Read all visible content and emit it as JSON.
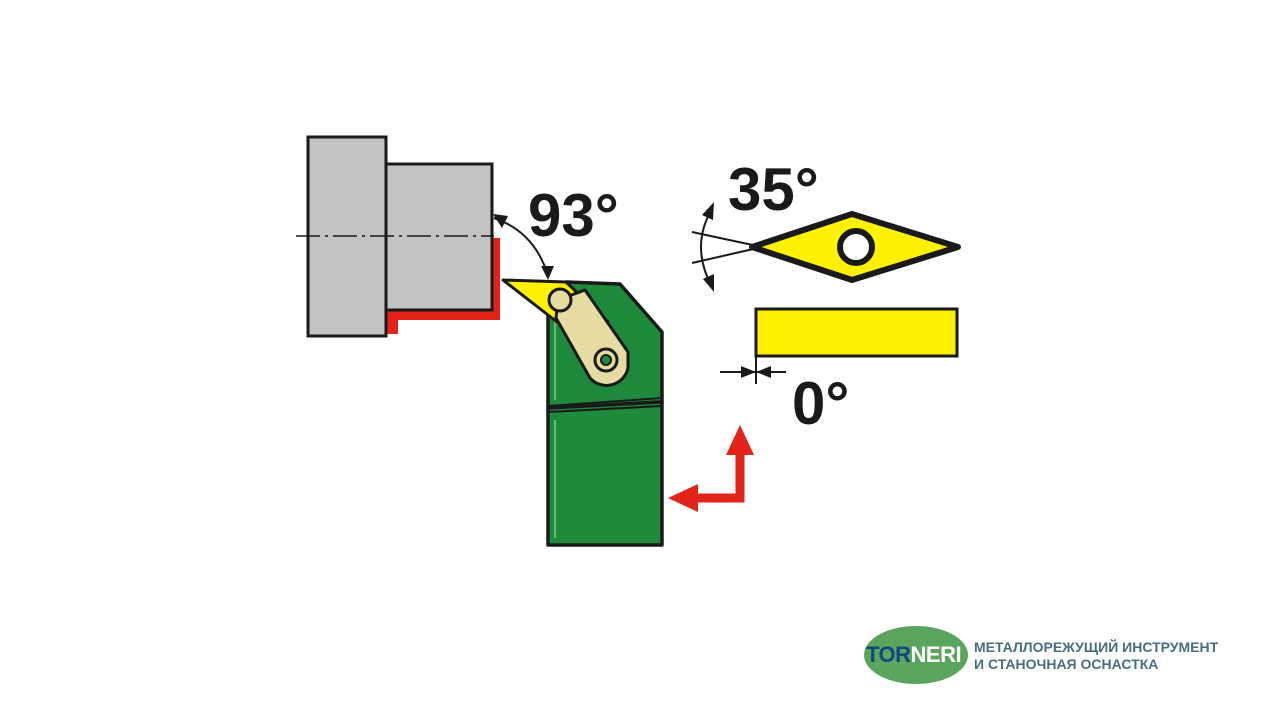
{
  "diagram": {
    "approach_angle": "93°",
    "insert_angle": "35°",
    "clearance_angle": "0°",
    "colors": {
      "workpiece": "#c3c3c3",
      "holder": "#1f8a3c",
      "insert": "#fff200",
      "clamp": "#e6dba0",
      "feed_arrow": "#e2231a",
      "outline": "#1a1a1a"
    }
  },
  "logo": {
    "brand_part1": "TOR",
    "brand_part2": "NERI",
    "tagline_line1": "МЕТАЛЛОРЕЖУЩИЙ ИНСТРУМЕНТ",
    "tagline_line2": "И СТАНОЧНАЯ ОСНАСТКА"
  }
}
